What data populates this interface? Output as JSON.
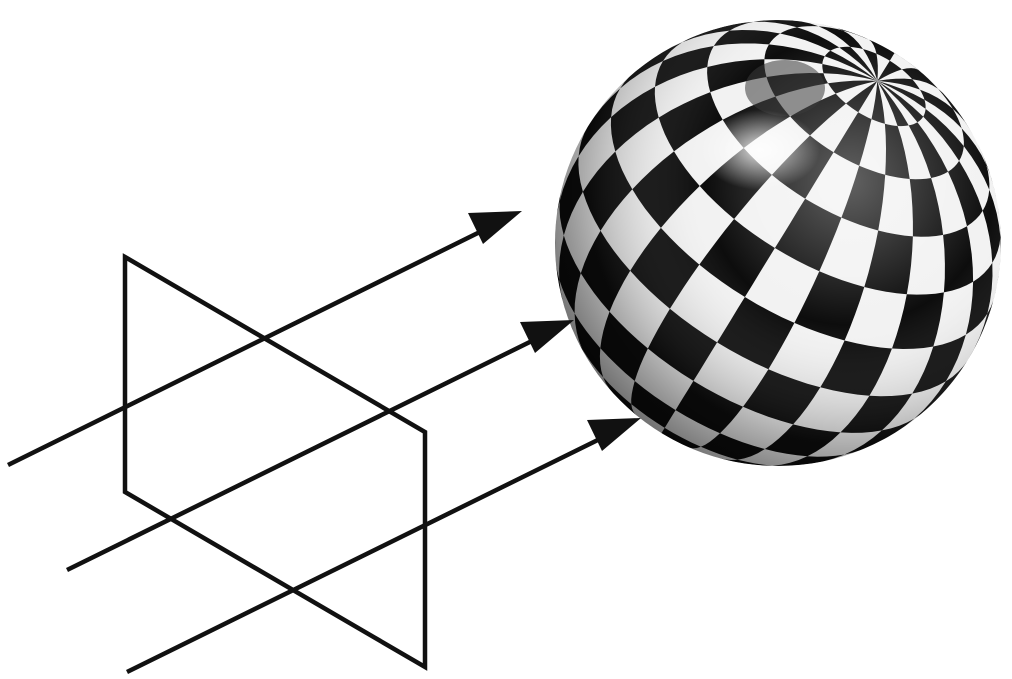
{
  "diagram": {
    "background": "#ffffff",
    "line_color": "#111111",
    "checker_dark": "#0d0d0d",
    "checker_light": "#f2f2f2",
    "ray_count": 3,
    "arrowhead_style": "filled-triangle",
    "plane_shape": "parallelogram-outline",
    "sphere_texture": "checkerboard"
  }
}
